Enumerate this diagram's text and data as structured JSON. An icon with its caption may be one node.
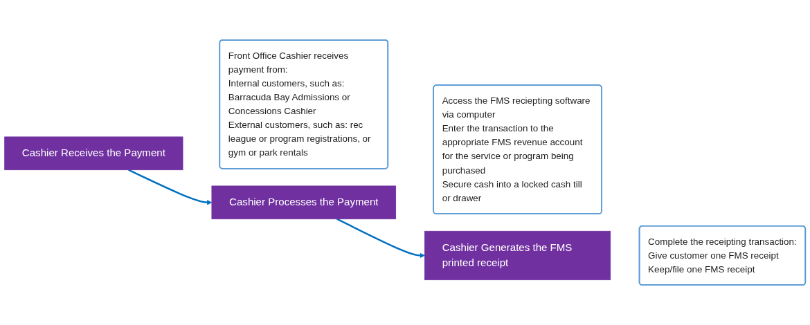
{
  "diagram": {
    "nodes": [
      {
        "text": [
          "Cashier Receives the Payment"
        ]
      },
      {
        "text": [
          "Front Office Cashier receives payment from:",
          "Internal customers, such as: Barracuda Bay Admissions or Concessions Cashier",
          "External customers, such as: rec league or program registrations, or gym or park rentals"
        ]
      },
      {
        "text": [
          "Cashier Processes the Payment"
        ]
      },
      {
        "text": [
          "Access the FMS reciepting software via computer",
          "Enter the transaction to the appropriate FMS revenue account for the service or program being purchased",
          "Secure cash into a locked cash till or drawer"
        ]
      },
      {
        "text": [
          "Cashier Generates the FMS printed receipt"
        ]
      },
      {
        "text": [
          "Complete the receipting transaction:",
          "Give customer one FMS receipt",
          "Keep/file one FMS receipt"
        ]
      }
    ],
    "edges": [
      {
        "from": 0,
        "to": 2,
        "arrow": "to"
      },
      {
        "from": 2,
        "to": 4,
        "arrow": "to"
      }
    ]
  }
}
